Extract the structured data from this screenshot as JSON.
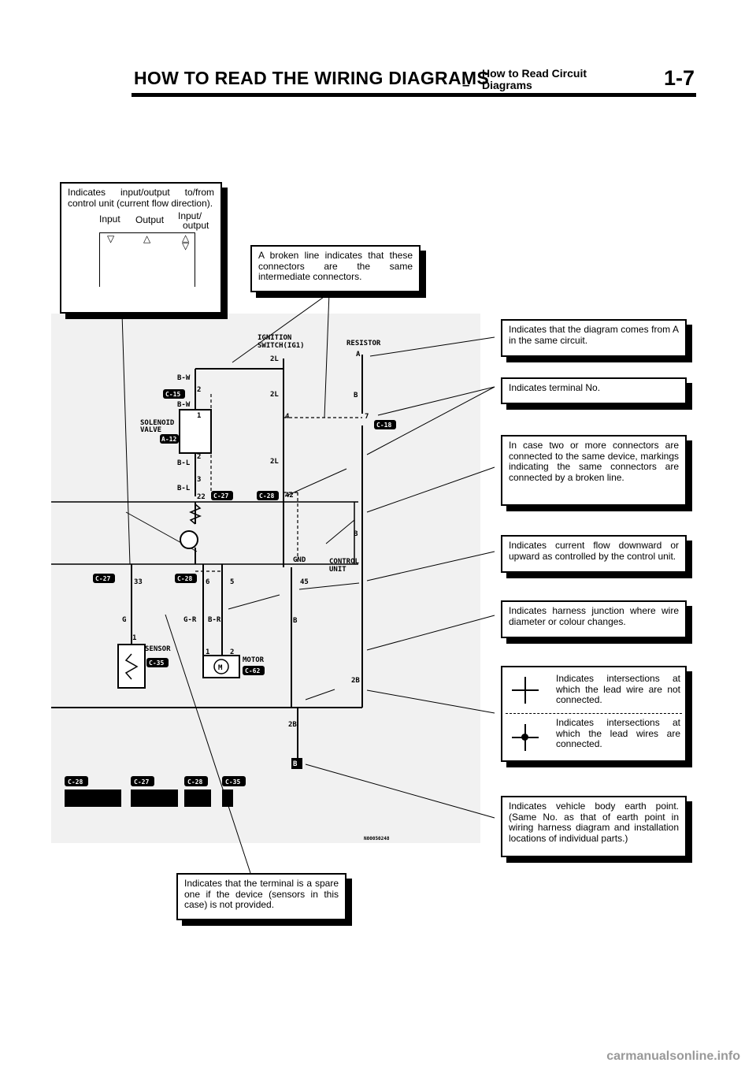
{
  "header": {
    "title": "HOW TO READ THE WIRING DIAGRAMS",
    "dash": "–",
    "section_line1": "How to Read Circuit",
    "section_line2": "Diagrams",
    "page_number": "1-7"
  },
  "callouts": {
    "io": "Indicates input/output to/from control unit (current flow direction).",
    "io_input": "Input",
    "io_output": "Output",
    "io_inout": "Input/",
    "io_inout2": "output",
    "broken_line": "A broken line indicates that these connectors are the same intermediate connectors.",
    "comes_from": "Indicates that the diagram comes from A in the same circuit.",
    "terminal_no": "Indicates terminal No.",
    "two_connectors": "In case two or more connectors are connected to the same device, markings indicating the same connectors are connected by a broken line.",
    "current_flow": "Indicates current flow downward or upward as controlled by the control unit.",
    "harness_junction": "Indicates harness junction where wire diameter or colour changes.",
    "not_connected": "Indicates intersections at which the lead wire are not connected.",
    "connected": "Indicates intersections at which the lead wires are connected.",
    "earth_point": "Indicates vehicle body earth point. (Same No. as that of earth point in wiring harness diagram and installation locations of individual parts.)",
    "spare_terminal": "Indicates that the terminal is a spare one if the device (sensors in this case) is not provided."
  },
  "diagram": {
    "ignition_switch": "IGNITION",
    "ignition_switch2": "SWITCH(IG1)",
    "resistor": "RESISTOR",
    "resistor_ref": "A",
    "solenoid_valve": "SOLENOID",
    "solenoid_valve2": "VALVE",
    "control_unit": "CONTROL",
    "control_unit2": "UNIT",
    "gnd": "GND",
    "sensor": "SENSOR",
    "motor": "MOTOR",
    "motor_symbol": "M",
    "wire_colors": [
      "B-W",
      "B-W",
      "B-L",
      "B-L",
      "2L",
      "2L",
      "2L",
      "B",
      "B",
      "B",
      "G",
      "G-R",
      "B-R",
      "2B",
      "2B"
    ],
    "terminals": [
      "2",
      "1",
      "2",
      "3",
      "22",
      "4",
      "7",
      "42",
      "33",
      "6",
      "5",
      "45",
      "1",
      "1",
      "2"
    ],
    "connectors": {
      "c15": "C-15",
      "a12": "A-12",
      "c27": "C-27",
      "c28": "C-28",
      "c18": "C-18",
      "c35": "C-35",
      "c62": "C-62"
    },
    "earth_label": "B",
    "ref_code": "N00050248"
  },
  "footer": {
    "watermark": "carmanualsonline.info"
  },
  "colors": {
    "ink": "#000000",
    "paper": "#ffffff",
    "diagram_bg": "#f1f1f1",
    "watermark": "#999999"
  }
}
